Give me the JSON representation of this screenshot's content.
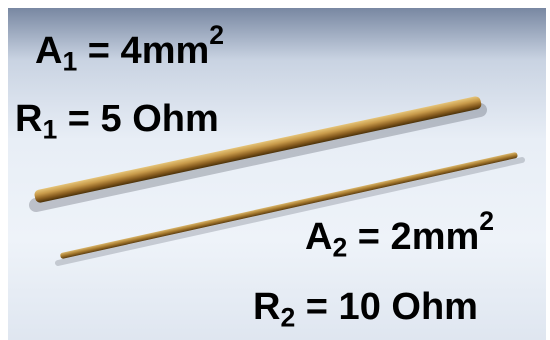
{
  "wire1": {
    "area_symbol": "A",
    "area_sub": "1",
    "area_value": " = 4mm",
    "area_exp": "2",
    "resistance_symbol": "R",
    "resistance_sub": "1",
    "resistance_value": " = 5 Ohm"
  },
  "wire2": {
    "area_symbol": "A",
    "area_sub": "2",
    "area_value": " = 2mm",
    "area_exp": "2",
    "resistance_symbol": "R",
    "resistance_sub": "2",
    "resistance_value": " = 10 Ohm"
  },
  "colors": {
    "rod_dark": "#5a3c10",
    "rod_mid": "#a77a2e",
    "rod_light": "#e6c57a"
  }
}
